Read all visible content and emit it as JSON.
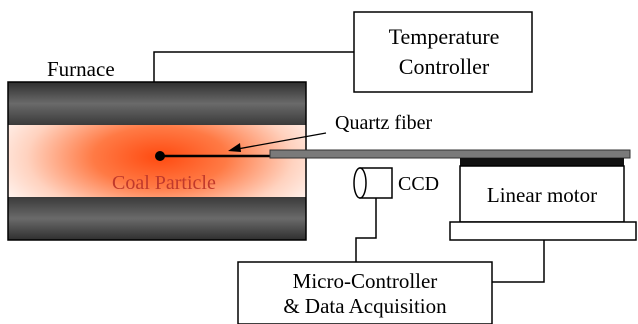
{
  "labels": {
    "temperature_controller_line1": "Temperature",
    "temperature_controller_line2": "Controller",
    "furnace": "Furnace",
    "quartz_fiber": "Quartz fiber",
    "coal_particle": "Coal Particle",
    "ccd": "CCD",
    "linear_motor": "Linear motor",
    "micro_controller_line1": "Micro-Controller",
    "micro_controller_line2": "& Data Acquisition"
  },
  "colors": {
    "furnace_wall": "#3a3a3a",
    "heat_zone": "#ff4f1a",
    "coal_particle_label": "#c0392b",
    "fiber": "#7a7a7a",
    "motor_top": "#111111"
  }
}
